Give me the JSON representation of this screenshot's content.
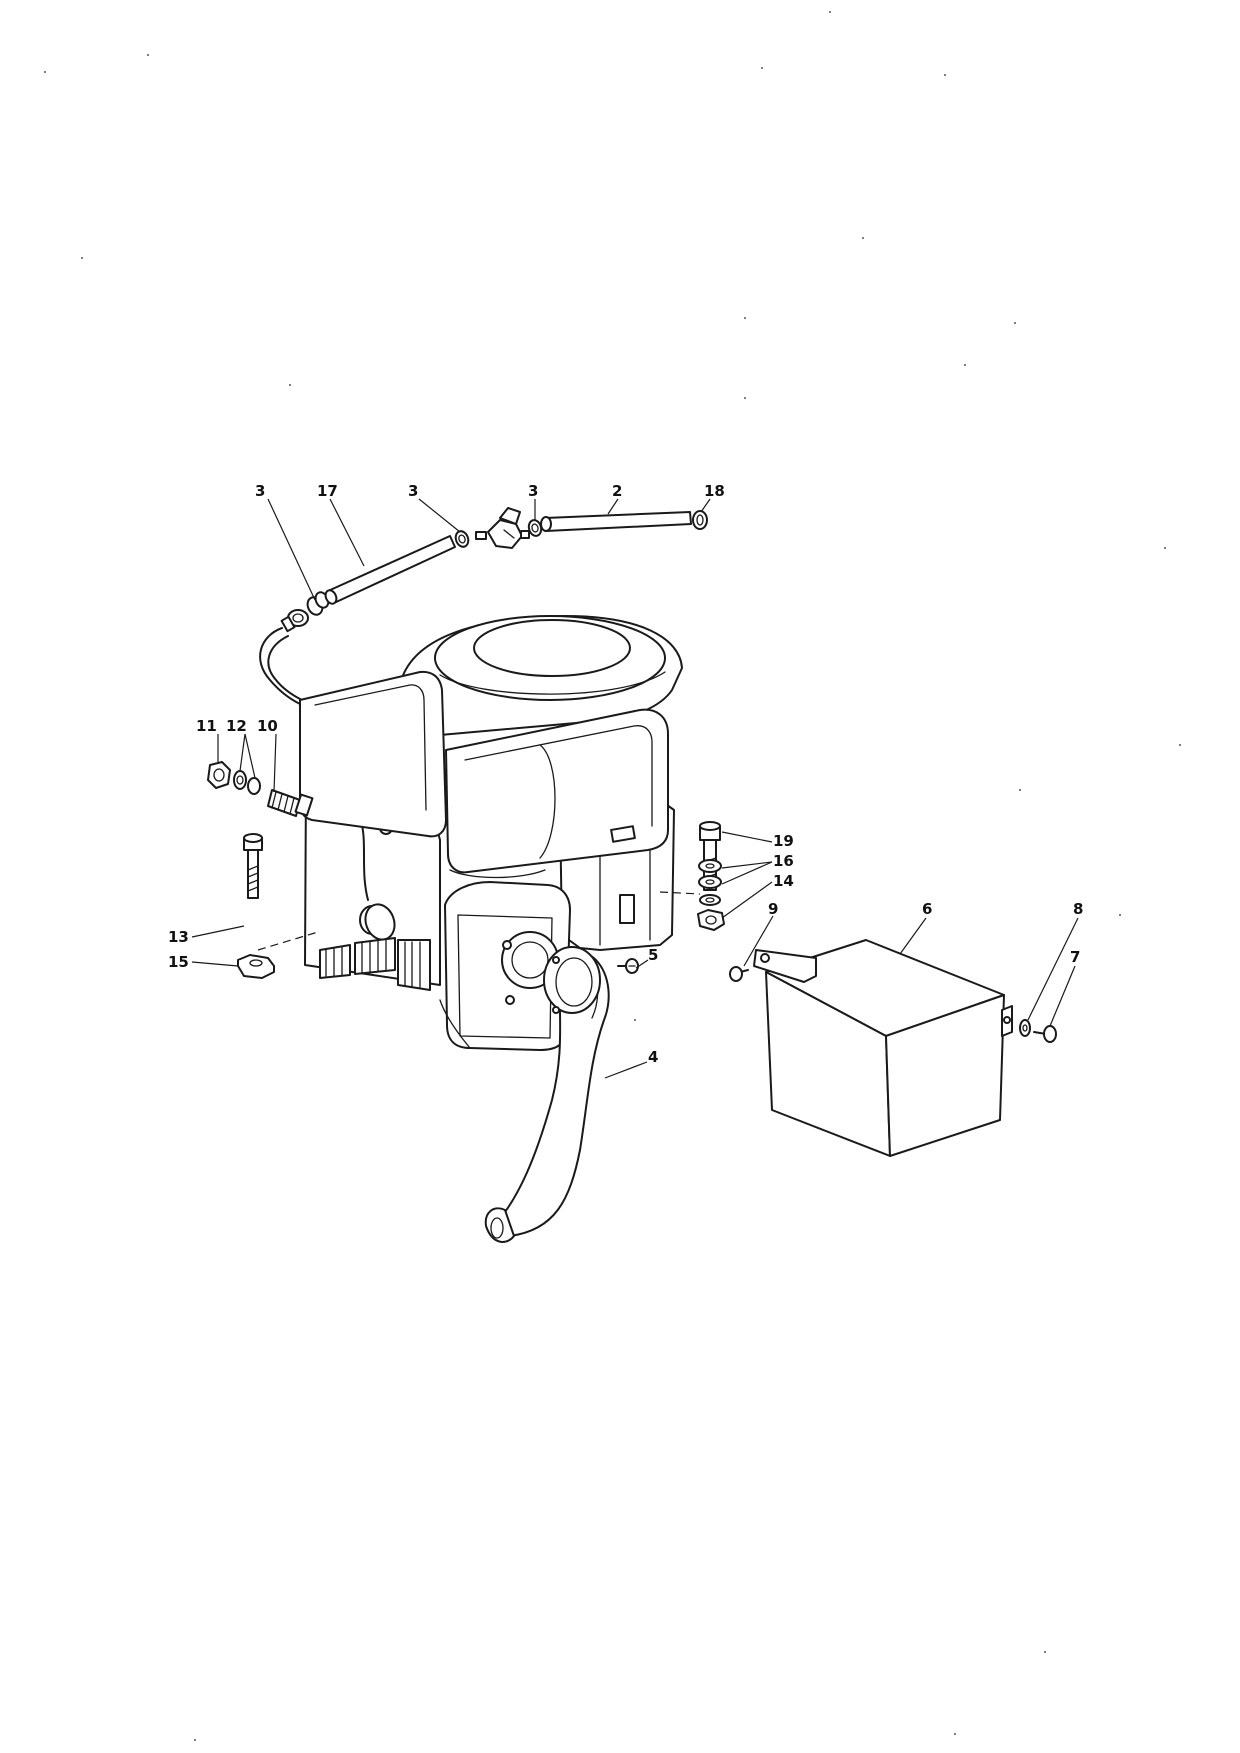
{
  "callouts": {
    "c3a": "3",
    "c17": "17",
    "c3b": "3",
    "c3c": "3",
    "c2": "2",
    "c18": "18",
    "c11": "11",
    "c12": "12",
    "c10": "10",
    "c19": "19",
    "c16": "16",
    "c14": "14",
    "c9": "9",
    "c6": "6",
    "c8": "8",
    "c7": "7",
    "c13": "13",
    "c15": "15",
    "c5": "5",
    "c4": "4"
  }
}
